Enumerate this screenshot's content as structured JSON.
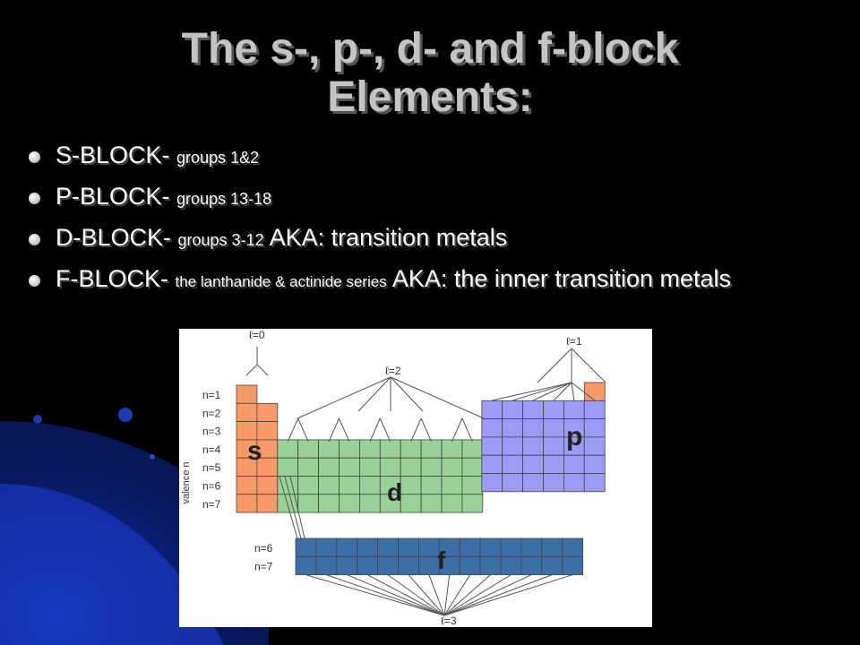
{
  "slide": {
    "title_line1": "The s-, p-, d- and f-block",
    "title_line2": "Elements:",
    "bullets": [
      {
        "main": "S-BLOCK-",
        "detail": "groups 1&2",
        "aka": ""
      },
      {
        "main": "P-BLOCK-",
        "detail": "groups 13-18",
        "aka": ""
      },
      {
        "main": "D-BLOCK-",
        "detail": "groups 3-12",
        "aka": "AKA: transition metals"
      },
      {
        "main": "F-BLOCK-",
        "detail": "the lanthanide & actinide series",
        "aka": "AKA: the inner transition metals"
      }
    ]
  },
  "figure": {
    "axis_label": "valence n",
    "s_levels": [
      "n=1",
      "n=2",
      "n=3",
      "n=4",
      "n=5",
      "n=6",
      "n=7"
    ],
    "f_levels": [
      "n=6",
      "n=7"
    ],
    "block_labels": {
      "s": "s",
      "p": "p",
      "d": "d",
      "f": "f"
    },
    "l_labels": {
      "s": "ℓ=0",
      "p": "ℓ=1",
      "d": "ℓ=2",
      "f": "ℓ=3"
    },
    "colors": {
      "s": "#f79a6a",
      "p": "#9b9bf5",
      "d": "#99d199",
      "f": "#3c6fa8"
    }
  }
}
